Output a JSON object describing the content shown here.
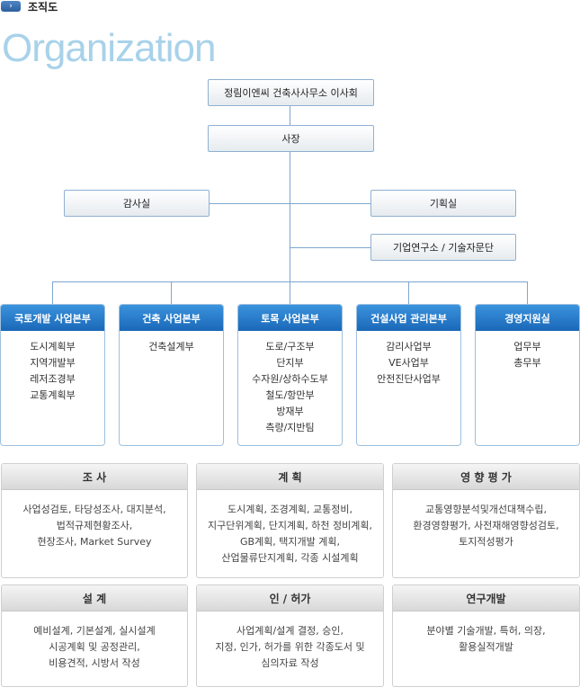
{
  "breadcrumb": {
    "label": "조직도"
  },
  "title": "Organization",
  "board": "정림이엔씨 건축사사무소 이사회",
  "president": "사장",
  "audit": "감사실",
  "planning": "기획실",
  "research": "기업연구소 / 기술자문단",
  "divisions": [
    {
      "name": "국토개발 사업본부",
      "teams": [
        "도시계획부",
        "지역개발부",
        "레저조경부",
        "교통계획부"
      ]
    },
    {
      "name": "건축 사업본부",
      "teams": [
        "건축설계부"
      ]
    },
    {
      "name": "토목 사업본부",
      "teams": [
        "도로/구조부",
        "단지부",
        "수자원/상하수도부",
        "철도/항만부",
        "방재부",
        "측량/지반팀"
      ]
    },
    {
      "name": "건설사업 관리본부",
      "teams": [
        "감리사업부",
        "VE사업부",
        "안전진단사업부"
      ]
    },
    {
      "name": "경영지원실",
      "teams": [
        "업무부",
        "총무부"
      ]
    }
  ],
  "categories": [
    {
      "title": "조 사",
      "text": "사업성검토, 타당성조사, 대지분석,\n법적규제현황조사,\n현장조사, Market Survey"
    },
    {
      "title": "계 획",
      "text": "도시계획, 조경계획, 교통정비,\n지구단위계획, 단지계획, 하천 정비계획,\nGB계획, 택지개발  계획,\n산업물류단지계획, 각종 시설계획"
    },
    {
      "title": "영 향 평 가",
      "text": "교통영향분석및개선대책수립,\n환경영향평가, 사전재해영향성검토,\n토지적성평가"
    },
    {
      "title": "설 계",
      "text": "예비설계, 기본설계, 실시설계\n시공계획 및 공정관리,\n비용견적, 시방서 작성"
    },
    {
      "title": "인 / 허가",
      "text": "사업계획/설계 결정, 승인,\n지정, 인가, 허가를 위한 각종도서 및\n심의자료 작성"
    },
    {
      "title": "연구개발",
      "text": "분야별 기술개발, 특허, 의장,\n활용실적개발"
    }
  ]
}
